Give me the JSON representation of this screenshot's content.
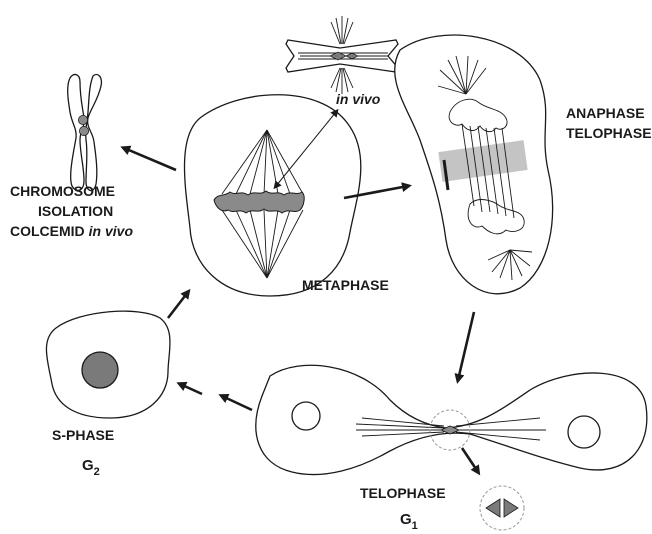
{
  "labels": {
    "chromosome_isolation": [
      "CHROMOSOME",
      "ISOLATION"
    ],
    "colcemid": "COLCEMID",
    "colcemid_in_vivo": "in vivo",
    "in_vivo_top": "in vivo",
    "metaphase": "METAPHASE",
    "anaphase": "ANAPHASE",
    "telophase_right": "TELOPHASE",
    "s_phase": "S-PHASE",
    "g2": "G",
    "g2_sub": "2",
    "telophase_bottom": "TELOPHASE",
    "g1": "G",
    "g1_sub": "1"
  },
  "colors": {
    "outline": "#1a1a1a",
    "chromosome_fill": "#8a8a8a",
    "nucleus_fill": "#7a7a7a",
    "midzone_band": "#c4c4c4",
    "background": "#ffffff"
  }
}
